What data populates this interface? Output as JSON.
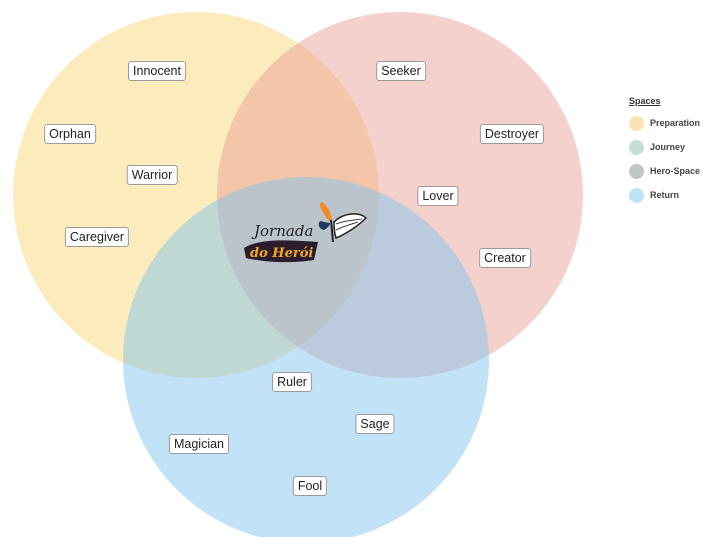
{
  "colors": {
    "preparation": "#f7c948",
    "journey": "#8fbcb2",
    "hero_space": "#94a3a0",
    "return": "#7ec3ef",
    "destroyer_circle": "#e89a92"
  },
  "logo": {
    "line1": "Jornada",
    "line2": "do Herói",
    "icon": "butterfly-icon"
  },
  "labels": {
    "innocent": "Innocent",
    "orphan": "Orphan",
    "warrior": "Warrior",
    "caregiver": "Caregiver",
    "seeker": "Seeker",
    "destroyer": "Destroyer",
    "lover": "Lover",
    "creator": "Creator",
    "ruler": "Ruler",
    "sage": "Sage",
    "magician": "Magician",
    "fool": "Fool"
  },
  "legend": {
    "title": "Spaces",
    "items": [
      {
        "label": "Preparation",
        "color": "#fbe3b3"
      },
      {
        "label": "Journey",
        "color": "#c5ded8"
      },
      {
        "label": "Hero-Space",
        "color": "#bcc6c3"
      },
      {
        "label": "Return",
        "color": "#bfe1f6"
      }
    ]
  }
}
